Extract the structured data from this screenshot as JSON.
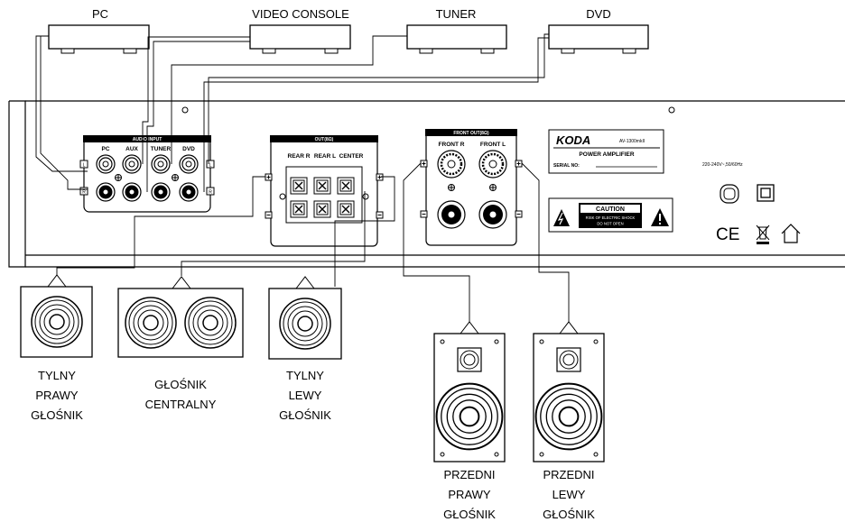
{
  "sources": {
    "pc": "PC",
    "video_console": "VIDEO CONSOLE",
    "tuner": "TUNER",
    "dvd": "DVD"
  },
  "audio_input": {
    "title": "AUDIO INPUT",
    "pc": "PC",
    "aux": "AUX",
    "tuner": "TUNER",
    "dvd": "DVD",
    "l": "L",
    "r": "R"
  },
  "rear_out": {
    "title": "OUT(8Ω)",
    "rear_r": "REAR R",
    "rear_l": "REAR L",
    "center": "CENTER"
  },
  "front_out": {
    "title": "FRONT OUT(8Ω)",
    "front_r": "FRONT R",
    "front_l": "FRONT L"
  },
  "plate": {
    "brand": "KODA",
    "model": "AV-1300mkII",
    "type": "POWER AMPLIFIER",
    "serial": "SERIAL NO:"
  },
  "caution": {
    "title": "CAUTION",
    "line1": "RISK OF ELECTRIC SHOCK",
    "line2": "DO NOT OPEN"
  },
  "power_spec": "220-240V~,50/60Hz",
  "ce_mark": "CE",
  "speakers": {
    "rear_right": [
      "TYLNY",
      "PRAWY",
      "GŁOŚNIK"
    ],
    "center": [
      "GŁOŚNIK",
      "CENTRALNY"
    ],
    "rear_left": [
      "TYLNY",
      "LEWY",
      "GŁOŚNIK"
    ],
    "front_right": [
      "PRZEDNI",
      "PRAWY",
      "GŁOŚNIK"
    ],
    "front_left": [
      "PRZEDNI",
      "LEWY",
      "GŁOŚNIK"
    ]
  }
}
